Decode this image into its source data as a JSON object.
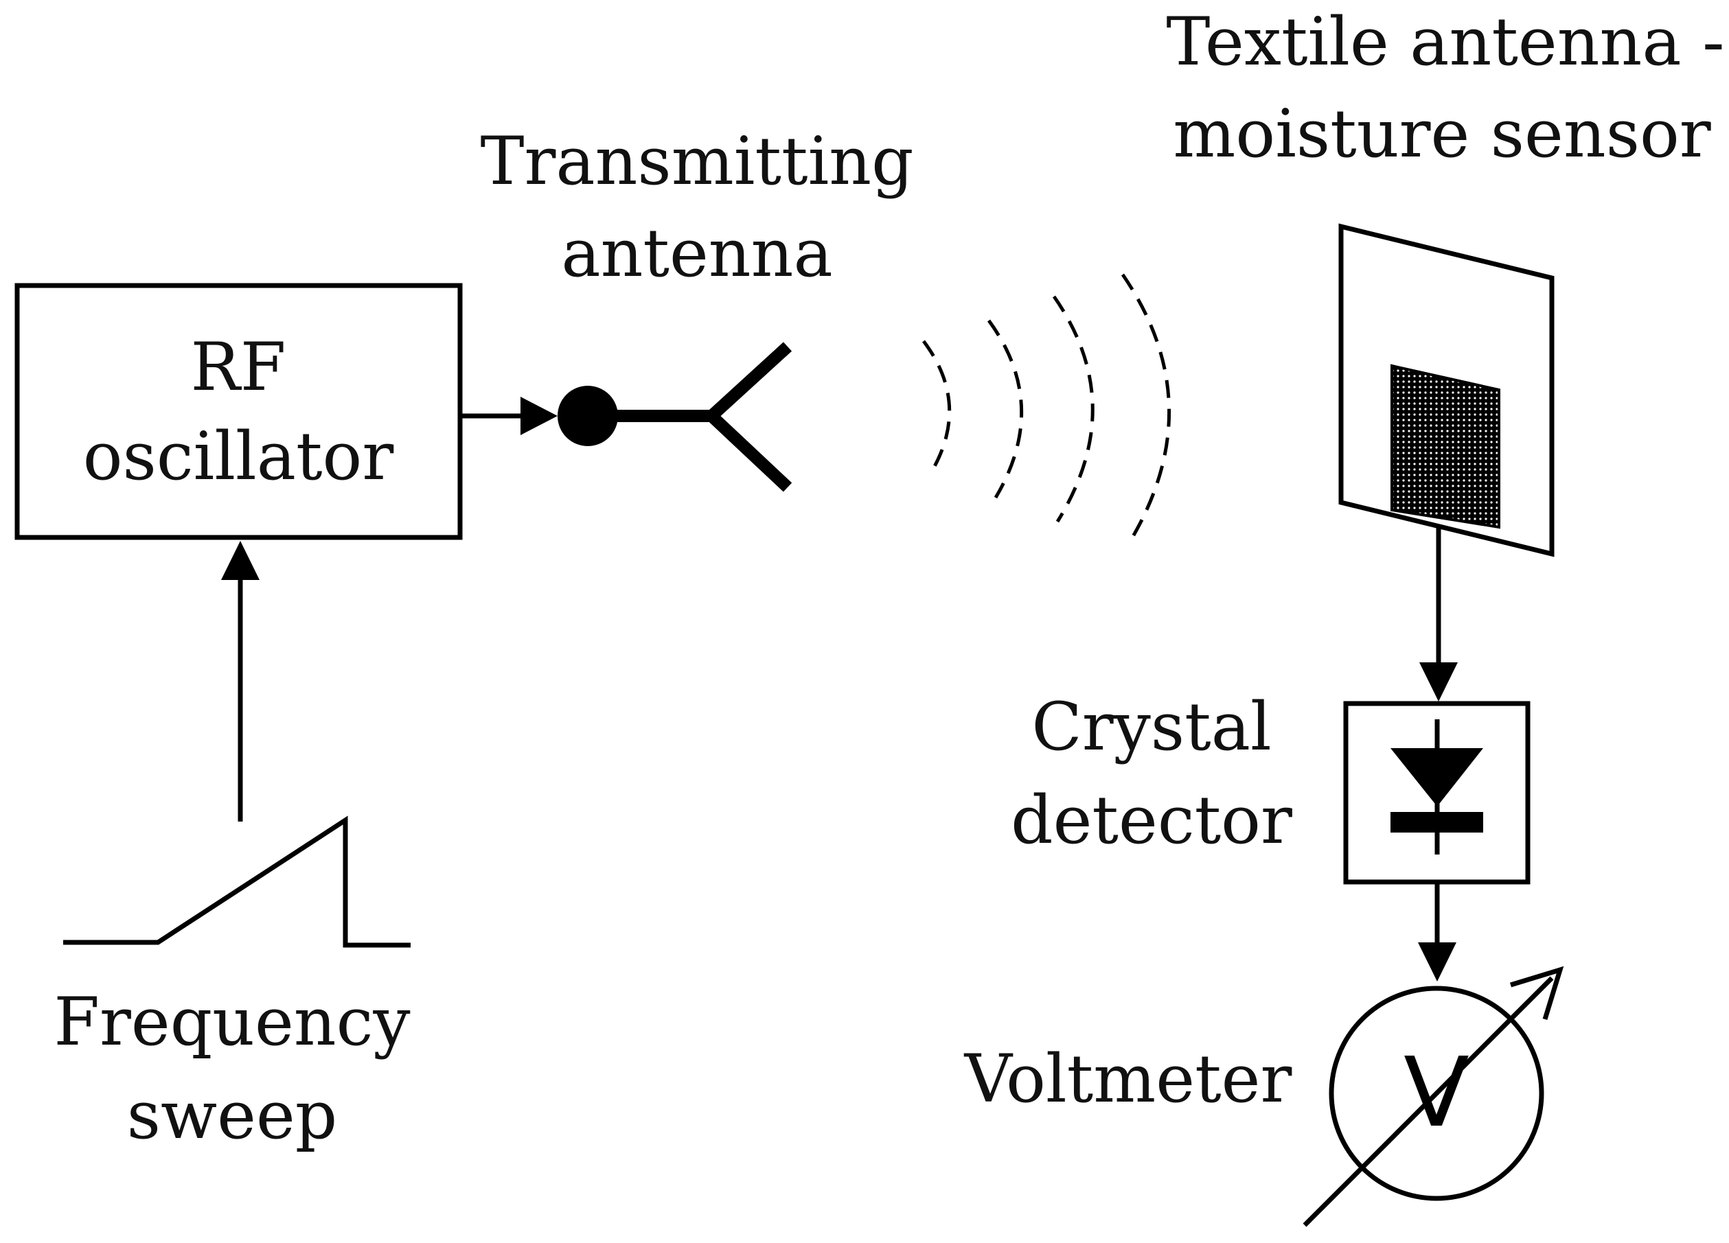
{
  "labels": {
    "rf_line1": "RF",
    "rf_line2": "oscillator",
    "tx_line1": "Transmitting",
    "tx_line2": "antenna",
    "textile_line1": "Textile antenna -",
    "textile_line2": "moisture sensor",
    "crystal_line1": "Crystal",
    "crystal_line2": "detector",
    "voltmeter": "Voltmeter",
    "volt_symbol": "V",
    "sweep_line1": "Frequency",
    "sweep_line2": "sweep"
  },
  "colors": {
    "ink": "#000000",
    "background": "#ffffff"
  }
}
